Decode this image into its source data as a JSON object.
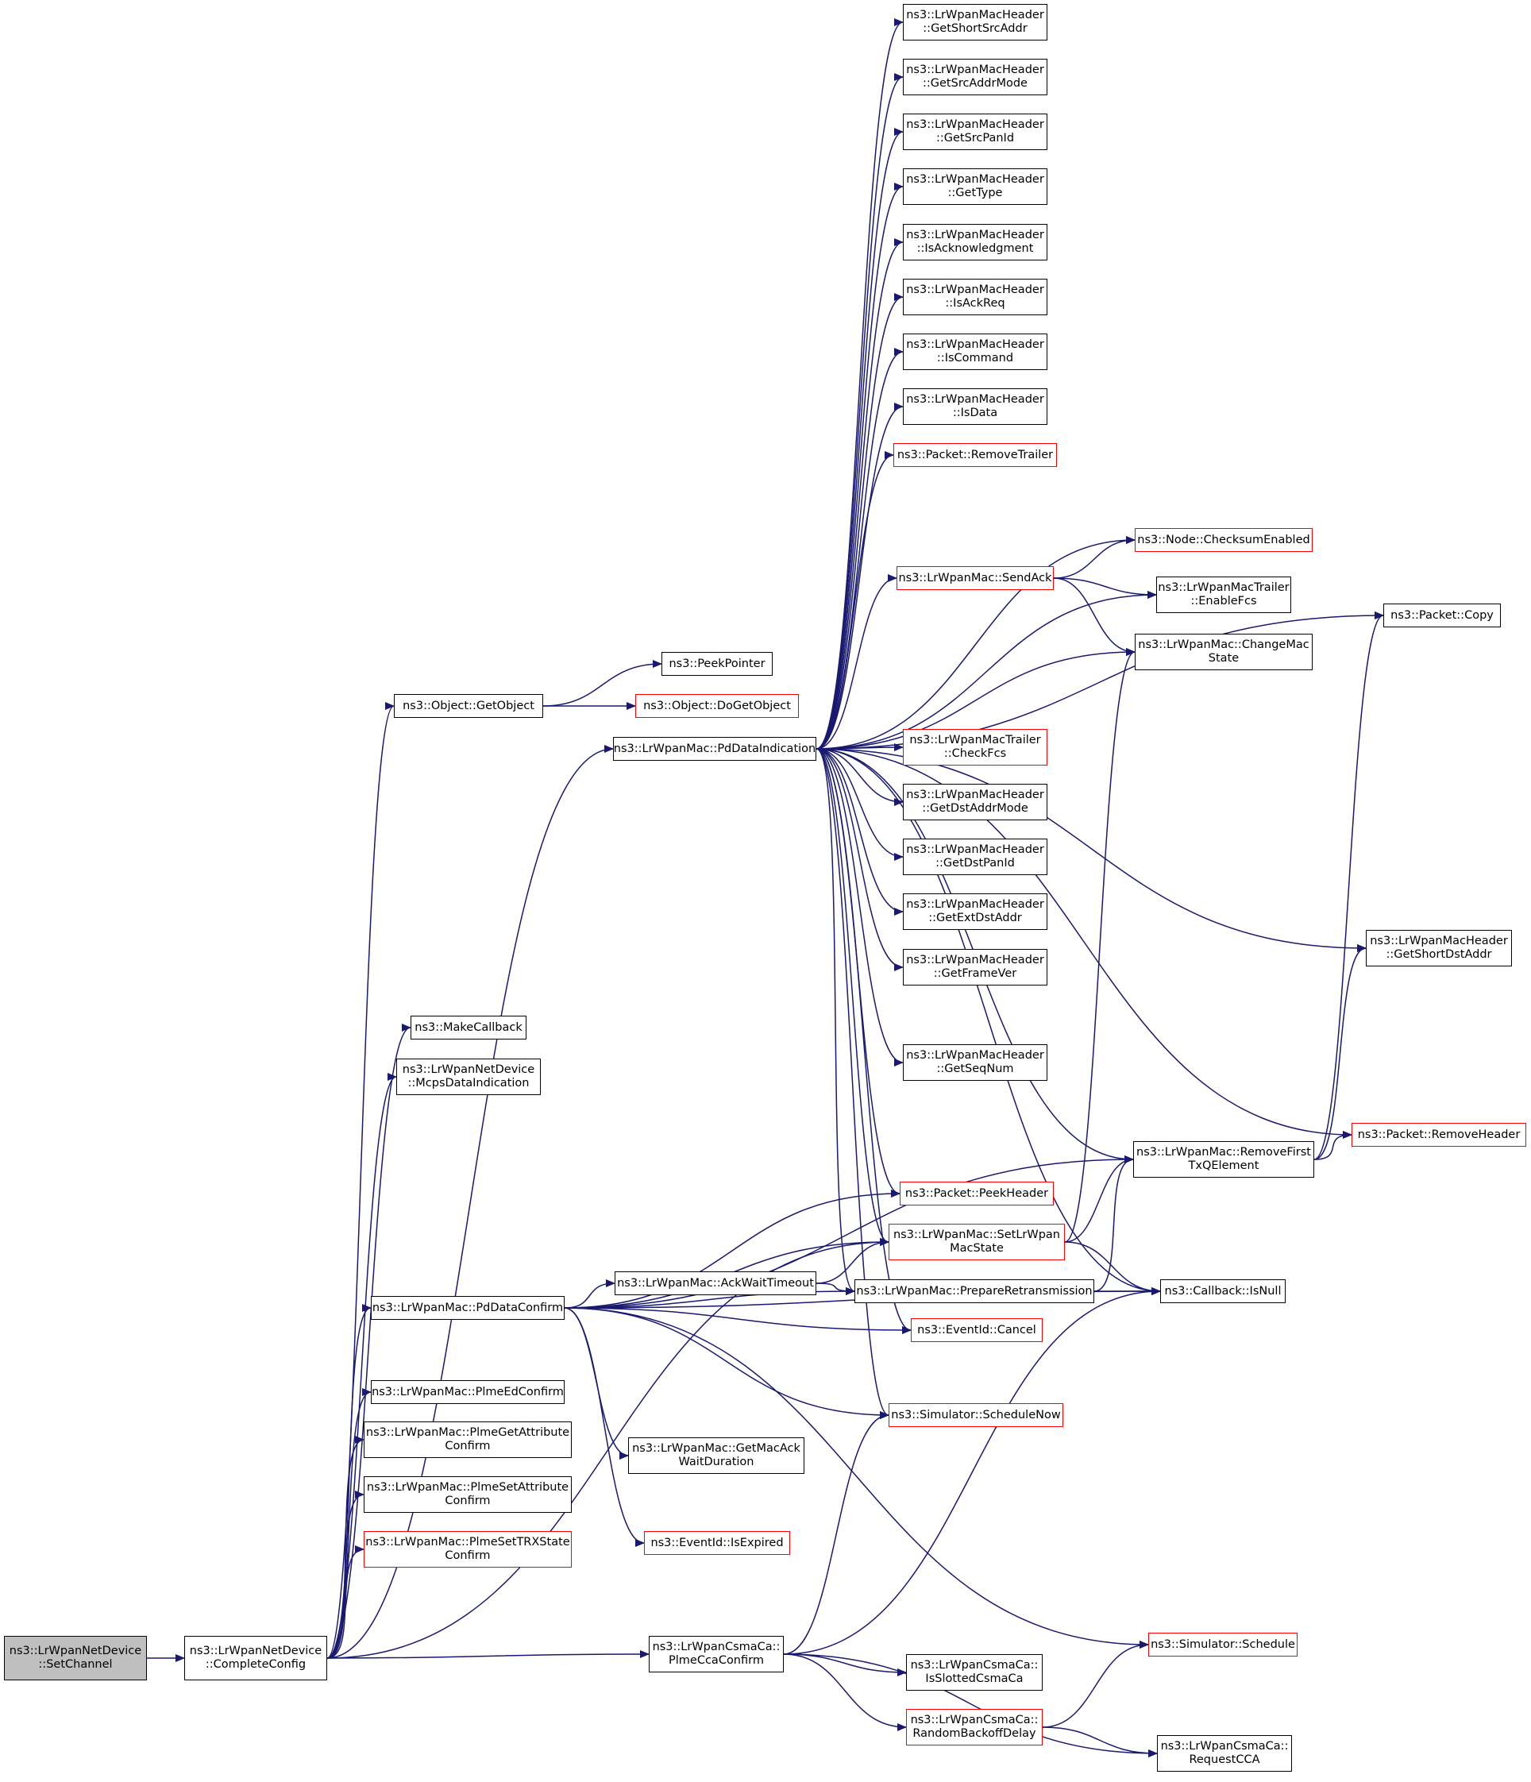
{
  "colors": {
    "edge": "#191970",
    "border": "#000000",
    "highlight_border": "#ff0000",
    "root_fill": "#bfbfbf",
    "background": "#ffffff"
  },
  "nodes": [
    {
      "id": "setchannel",
      "label": "ns3::LrWpanNetDevice\n::SetChannel",
      "border": "black",
      "root": true
    },
    {
      "id": "completeconfig",
      "label": "ns3::LrWpanNetDevice\n::CompleteConfig",
      "border": "black"
    },
    {
      "id": "getobject",
      "label": "ns3::Object::GetObject",
      "border": "black"
    },
    {
      "id": "peekpointer",
      "label": "ns3::PeekPointer",
      "border": "black"
    },
    {
      "id": "dogetobject",
      "label": "ns3::Object::DoGetObject",
      "border": "red"
    },
    {
      "id": "makecallback",
      "label": "ns3::MakeCallback",
      "border": "black"
    },
    {
      "id": "mcpsdataindication",
      "label": "ns3::LrWpanNetDevice\n::McpsDataIndication",
      "border": "black"
    },
    {
      "id": "pddataindication",
      "label": "ns3::LrWpanMac::PdDataIndication",
      "border": "black"
    },
    {
      "id": "pddataconfirm",
      "label": "ns3::LrWpanMac::PdDataConfirm",
      "border": "black"
    },
    {
      "id": "plmeedconfirm",
      "label": "ns3::LrWpanMac::PlmeEdConfirm",
      "border": "black"
    },
    {
      "id": "plmegetattr",
      "label": "ns3::LrWpanMac::PlmeGetAttribute\nConfirm",
      "border": "black"
    },
    {
      "id": "plmesetattr",
      "label": "ns3::LrWpanMac::PlmeSetAttribute\nConfirm",
      "border": "black"
    },
    {
      "id": "plmesettrx",
      "label": "ns3::LrWpanMac::PlmeSetTRXState\nConfirm",
      "border": "red"
    },
    {
      "id": "getshortsrcaddr",
      "label": "ns3::LrWpanMacHeader\n::GetShortSrcAddr",
      "border": "black"
    },
    {
      "id": "getsrcaddrmode",
      "label": "ns3::LrWpanMacHeader\n::GetSrcAddrMode",
      "border": "black"
    },
    {
      "id": "getsrcpanid",
      "label": "ns3::LrWpanMacHeader\n::GetSrcPanId",
      "border": "black"
    },
    {
      "id": "gettype",
      "label": "ns3::LrWpanMacHeader\n::GetType",
      "border": "black"
    },
    {
      "id": "isacknowledgment",
      "label": "ns3::LrWpanMacHeader\n::IsAcknowledgment",
      "border": "black"
    },
    {
      "id": "isackreq",
      "label": "ns3::LrWpanMacHeader\n::IsAckReq",
      "border": "black"
    },
    {
      "id": "iscommand",
      "label": "ns3::LrWpanMacHeader\n::IsCommand",
      "border": "black"
    },
    {
      "id": "isdata",
      "label": "ns3::LrWpanMacHeader\n::IsData",
      "border": "black"
    },
    {
      "id": "removetrailer",
      "label": "ns3::Packet::RemoveTrailer",
      "border": "red"
    },
    {
      "id": "checksumenabled",
      "label": "ns3::Node::ChecksumEnabled",
      "border": "red"
    },
    {
      "id": "sendack",
      "label": "ns3::LrWpanMac::SendAck",
      "border": "red"
    },
    {
      "id": "enablefcs",
      "label": "ns3::LrWpanMacTrailer\n::EnableFcs",
      "border": "black"
    },
    {
      "id": "changemacstate",
      "label": "ns3::LrWpanMac::ChangeMac\nState",
      "border": "black"
    },
    {
      "id": "packetcopy",
      "label": "ns3::Packet::Copy",
      "border": "black"
    },
    {
      "id": "checkfcs",
      "label": "ns3::LrWpanMacTrailer\n::CheckFcs",
      "border": "red"
    },
    {
      "id": "getdstaddrmode",
      "label": "ns3::LrWpanMacHeader\n::GetDstAddrMode",
      "border": "black"
    },
    {
      "id": "getdstpanid",
      "label": "ns3::LrWpanMacHeader\n::GetDstPanId",
      "border": "black"
    },
    {
      "id": "getextdstaddr",
      "label": "ns3::LrWpanMacHeader\n::GetExtDstAddr",
      "border": "black"
    },
    {
      "id": "getframever",
      "label": "ns3::LrWpanMacHeader\n::GetFrameVer",
      "border": "black"
    },
    {
      "id": "getshortdstaddr",
      "label": "ns3::LrWpanMacHeader\n::GetShortDstAddr",
      "border": "black"
    },
    {
      "id": "getseqnum",
      "label": "ns3::LrWpanMacHeader\n::GetSeqNum",
      "border": "black"
    },
    {
      "id": "removeheader",
      "label": "ns3::Packet::RemoveHeader",
      "border": "red"
    },
    {
      "id": "removefirsttxq",
      "label": "ns3::LrWpanMac::RemoveFirst\nTxQElement",
      "border": "black"
    },
    {
      "id": "peekheader",
      "label": "ns3::Packet::PeekHeader",
      "border": "red"
    },
    {
      "id": "setlrwpanmacstate",
      "label": "ns3::LrWpanMac::SetLrWpan\nMacState",
      "border": "red"
    },
    {
      "id": "ackwaittimeout",
      "label": "ns3::LrWpanMac::AckWaitTimeout",
      "border": "black"
    },
    {
      "id": "prepareretransmission",
      "label": "ns3::LrWpanMac::PrepareRetransmission",
      "border": "black"
    },
    {
      "id": "callbackisnull",
      "label": "ns3::Callback::IsNull",
      "border": "black"
    },
    {
      "id": "eventidcancel",
      "label": "ns3::EventId::Cancel",
      "border": "red"
    },
    {
      "id": "schedulenow",
      "label": "ns3::Simulator::ScheduleNow",
      "border": "red"
    },
    {
      "id": "getmacackwaitduration",
      "label": "ns3::LrWpanMac::GetMacAck\nWaitDuration",
      "border": "black"
    },
    {
      "id": "eventidisexpired",
      "label": "ns3::EventId::IsExpired",
      "border": "red"
    },
    {
      "id": "simulatorschedule",
      "label": "ns3::Simulator::Schedule",
      "border": "red"
    },
    {
      "id": "plmeccaconfirm",
      "label": "ns3::LrWpanCsmaCa::\nPlmeCcaConfirm",
      "border": "black"
    },
    {
      "id": "isslottedcsmaca",
      "label": "ns3::LrWpanCsmaCa::\nIsSlottedCsmaCa",
      "border": "black"
    },
    {
      "id": "randombackoffdelay",
      "label": "ns3::LrWpanCsmaCa::\nRandomBackoffDelay",
      "border": "red"
    },
    {
      "id": "requestcca",
      "label": "ns3::LrWpanCsmaCa::\nRequestCCA",
      "border": "black"
    }
  ],
  "edges": [
    [
      "setchannel",
      "completeconfig"
    ],
    [
      "completeconfig",
      "getobject"
    ],
    [
      "completeconfig",
      "makecallback"
    ],
    [
      "completeconfig",
      "mcpsdataindication"
    ],
    [
      "completeconfig",
      "pddataindication"
    ],
    [
      "completeconfig",
      "setlrwpanmacstate"
    ],
    [
      "completeconfig",
      "pddataconfirm"
    ],
    [
      "completeconfig",
      "plmeedconfirm"
    ],
    [
      "completeconfig",
      "plmegetattr"
    ],
    [
      "completeconfig",
      "plmesetattr"
    ],
    [
      "completeconfig",
      "plmesettrx"
    ],
    [
      "completeconfig",
      "plmeccaconfirm"
    ],
    [
      "getobject",
      "peekpointer"
    ],
    [
      "getobject",
      "dogetobject"
    ],
    [
      "pddataindication",
      "getshortsrcaddr"
    ],
    [
      "pddataindication",
      "getsrcaddrmode"
    ],
    [
      "pddataindication",
      "getsrcpanid"
    ],
    [
      "pddataindication",
      "gettype"
    ],
    [
      "pddataindication",
      "isacknowledgment"
    ],
    [
      "pddataindication",
      "isackreq"
    ],
    [
      "pddataindication",
      "iscommand"
    ],
    [
      "pddataindication",
      "isdata"
    ],
    [
      "pddataindication",
      "removetrailer"
    ],
    [
      "pddataindication",
      "packetcopy"
    ],
    [
      "pddataindication",
      "checksumenabled"
    ],
    [
      "pddataindication",
      "sendack"
    ],
    [
      "pddataindication",
      "enablefcs"
    ],
    [
      "pddataindication",
      "changemacstate"
    ],
    [
      "pddataindication",
      "checkfcs"
    ],
    [
      "pddataindication",
      "getdstaddrmode"
    ],
    [
      "pddataindication",
      "getdstpanid"
    ],
    [
      "pddataindication",
      "getextdstaddr"
    ],
    [
      "pddataindication",
      "getframever"
    ],
    [
      "pddataindication",
      "getshortdstaddr"
    ],
    [
      "pddataindication",
      "getseqnum"
    ],
    [
      "pddataindication",
      "removeheader"
    ],
    [
      "pddataindication",
      "removefirsttxq"
    ],
    [
      "pddataindication",
      "peekheader"
    ],
    [
      "pddataindication",
      "setlrwpanmacstate"
    ],
    [
      "pddataindication",
      "prepareretransmission"
    ],
    [
      "pddataindication",
      "callbackisnull"
    ],
    [
      "pddataindication",
      "eventidcancel"
    ],
    [
      "pddataindication",
      "schedulenow"
    ],
    [
      "sendack",
      "checksumenabled"
    ],
    [
      "sendack",
      "enablefcs"
    ],
    [
      "sendack",
      "changemacstate"
    ],
    [
      "pddataconfirm",
      "ackwaittimeout"
    ],
    [
      "pddataconfirm",
      "peekheader"
    ],
    [
      "pddataconfirm",
      "setlrwpanmacstate"
    ],
    [
      "pddataconfirm",
      "prepareretransmission"
    ],
    [
      "pddataconfirm",
      "eventidcancel"
    ],
    [
      "pddataconfirm",
      "removefirsttxq"
    ],
    [
      "pddataconfirm",
      "schedulenow"
    ],
    [
      "pddataconfirm",
      "getmacackwaitduration"
    ],
    [
      "pddataconfirm",
      "callbackisnull"
    ],
    [
      "pddataconfirm",
      "eventidisexpired"
    ],
    [
      "pddataconfirm",
      "simulatorschedule"
    ],
    [
      "ackwaittimeout",
      "setlrwpanmacstate"
    ],
    [
      "ackwaittimeout",
      "prepareretransmission"
    ],
    [
      "prepareretransmission",
      "callbackisnull"
    ],
    [
      "prepareretransmission",
      "removefirsttxq"
    ],
    [
      "setlrwpanmacstate",
      "changemacstate"
    ],
    [
      "setlrwpanmacstate",
      "removefirsttxq"
    ],
    [
      "setlrwpanmacstate",
      "callbackisnull"
    ],
    [
      "removefirsttxq",
      "packetcopy"
    ],
    [
      "removefirsttxq",
      "getshortdstaddr"
    ],
    [
      "removefirsttxq",
      "removeheader"
    ],
    [
      "plmeccaconfirm",
      "schedulenow"
    ],
    [
      "plmeccaconfirm",
      "callbackisnull"
    ],
    [
      "plmeccaconfirm",
      "isslottedcsmaca"
    ],
    [
      "plmeccaconfirm",
      "randombackoffdelay"
    ],
    [
      "plmeccaconfirm",
      "requestcca"
    ],
    [
      "randombackoffdelay",
      "simulatorschedule"
    ],
    [
      "randombackoffdelay",
      "requestcca"
    ]
  ]
}
